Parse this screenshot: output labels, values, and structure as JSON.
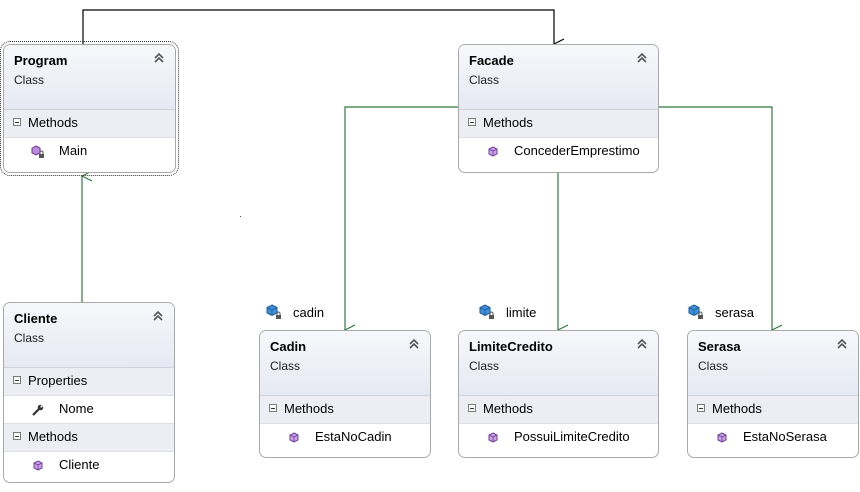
{
  "classes": {
    "program": {
      "name": "Program",
      "kind": "Class",
      "sections": [
        {
          "label": "Methods",
          "members": [
            {
              "name": "Main",
              "icon": "method-private-icon"
            }
          ]
        }
      ]
    },
    "facade": {
      "name": "Facade",
      "kind": "Class",
      "sections": [
        {
          "label": "Methods",
          "members": [
            {
              "name": "ConcederEmprestimo",
              "icon": "method-icon"
            }
          ]
        }
      ]
    },
    "cliente": {
      "name": "Cliente",
      "kind": "Class",
      "sections": [
        {
          "label": "Properties",
          "members": [
            {
              "name": "Nome",
              "icon": "property-icon"
            }
          ]
        },
        {
          "label": "Methods",
          "members": [
            {
              "name": "Cliente",
              "icon": "method-icon"
            }
          ]
        }
      ]
    },
    "cadin": {
      "name": "Cadin",
      "kind": "Class",
      "sections": [
        {
          "label": "Methods",
          "members": [
            {
              "name": "EstaNoCadin",
              "icon": "method-icon"
            }
          ]
        }
      ]
    },
    "limitecredito": {
      "name": "LimiteCredito",
      "kind": "Class",
      "sections": [
        {
          "label": "Methods",
          "members": [
            {
              "name": "PossuiLimiteCredito",
              "icon": "method-icon"
            }
          ]
        }
      ]
    },
    "serasa": {
      "name": "Serasa",
      "kind": "Class",
      "sections": [
        {
          "label": "Methods",
          "members": [
            {
              "name": "EstaNoSerasa",
              "icon": "method-icon"
            }
          ]
        }
      ]
    }
  },
  "associations": {
    "cadin": "cadin",
    "limite": "limite",
    "serasa": "serasa"
  },
  "colors": {
    "connector_green": "#2f7a3f",
    "connector_black": "#000000",
    "method_icon": "#8b52b8",
    "field_icon": "#2878c8"
  }
}
